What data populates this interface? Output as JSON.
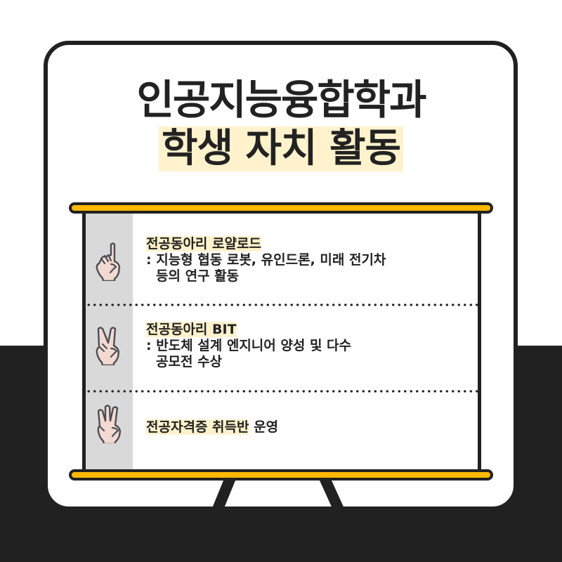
{
  "title": {
    "line1": "인공지능융합학과",
    "line2": "학생 자치 활동"
  },
  "colors": {
    "dark": "#212121",
    "accent_yellow": "#FFB800",
    "highlight": "#FFF2CC",
    "gutter_gray": "#D9D9D9",
    "hand_skin": "#F3D9D1"
  },
  "activities": [
    {
      "icon": "one-finger-hand-icon",
      "heading": "전공동아리 로얄로드",
      "desc_line1": ": 지능형 협동 로봇, 유인드론, 미래 전기차",
      "desc_line2": "등의 연구 활동"
    },
    {
      "icon": "two-finger-hand-icon",
      "heading": "전공동아리 BIT",
      "desc_line1": ": 반도체 설계 엔지니어 양성 및 다수",
      "desc_line2": "공모전 수상"
    },
    {
      "icon": "three-finger-hand-icon",
      "heading": "전공자격증 취득반",
      "heading_suffix": " 운영"
    }
  ]
}
